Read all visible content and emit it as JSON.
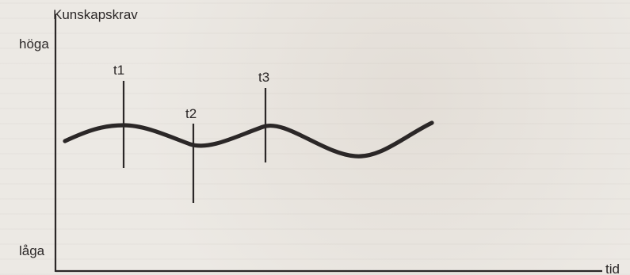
{
  "diagram": {
    "y_axis_title": "Kunskapskrav",
    "y_high_label": "höga",
    "y_low_label": "låga",
    "x_axis_label": "tid",
    "markers": [
      {
        "label": "t1"
      },
      {
        "label": "t2"
      },
      {
        "label": "t3"
      }
    ]
  },
  "colors": {
    "ink": "#2b2727",
    "paper": "#ece9e4"
  }
}
